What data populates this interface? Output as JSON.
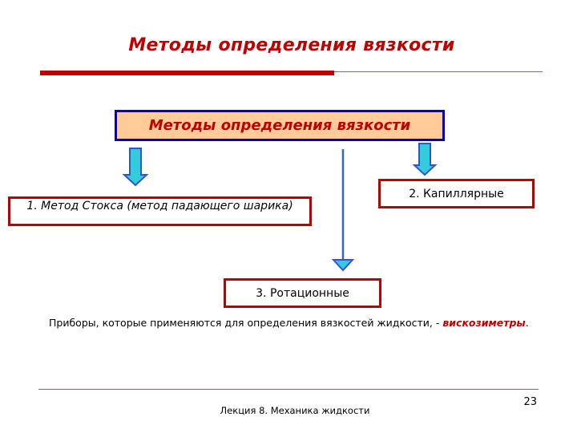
{
  "slide": {
    "title": "Методы определения вязкости",
    "page_number": "23",
    "footer": "Лекция 8. Механика жидкости"
  },
  "diagram": {
    "root": "Методы определения вязкости",
    "methods": [
      "1. Метод Стокса (метод падающего шарика)",
      "2. Капиллярные",
      "3. Ротационные"
    ]
  },
  "note": {
    "text": "Приборы, которые применяются для определения вязкостей жидкости, - ",
    "term": "вискозиметры",
    "end": "."
  },
  "colors": {
    "title": "#c00000",
    "root_fill": "#ffcc99",
    "root_border": "#0000cc",
    "box_border": "#c00000",
    "arrow_fill": "#33ccdd",
    "arrow_stroke": "#3355cc"
  }
}
